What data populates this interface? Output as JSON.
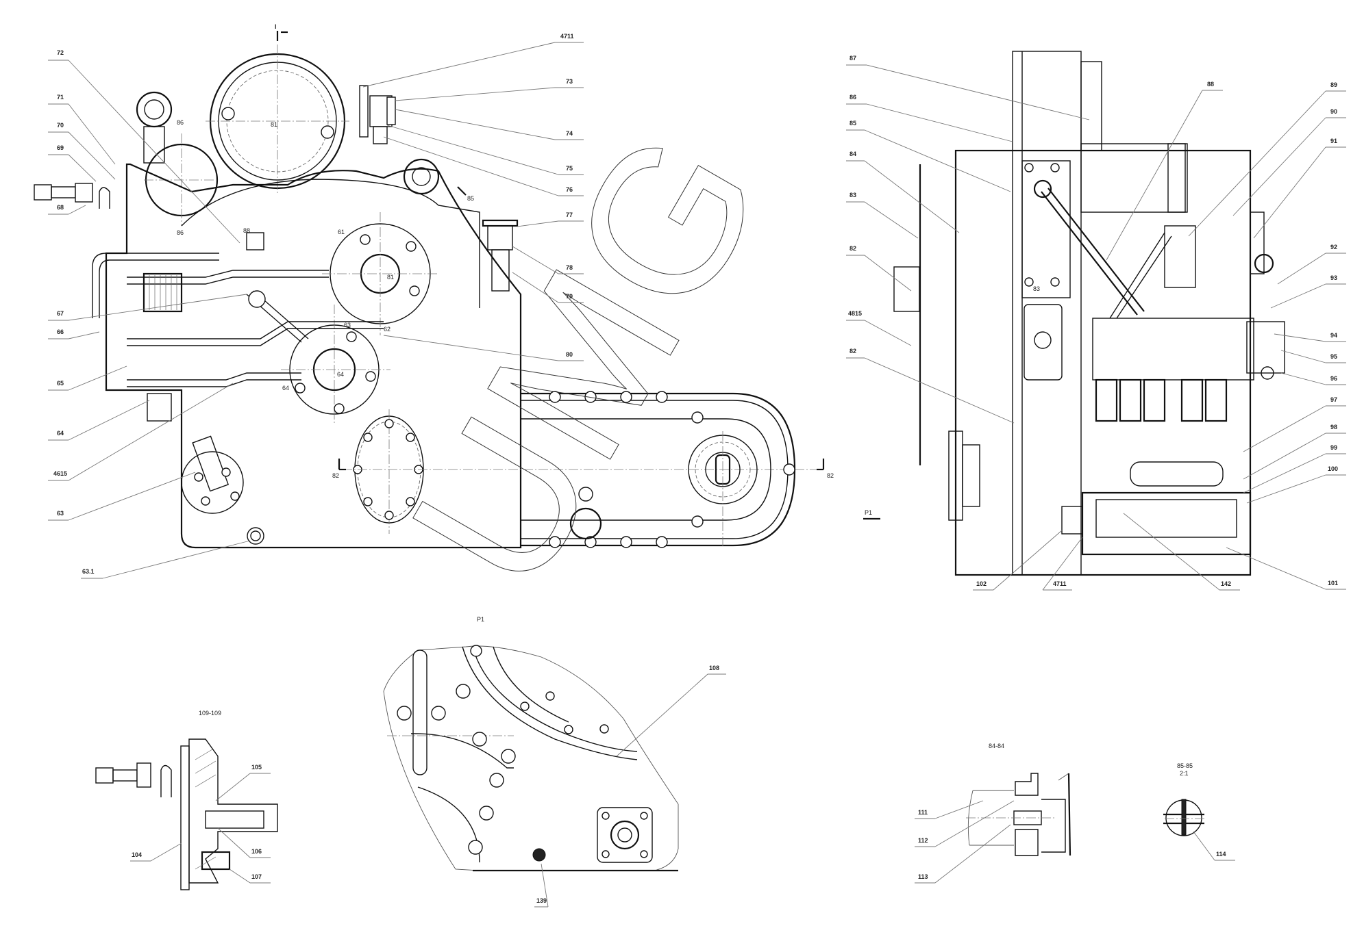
{
  "drawing": {
    "watermark": "UMG",
    "section_marks": {
      "top_arrow": "I",
      "view_p1": "P1",
      "section_82_left": "82",
      "section_82_right": "82",
      "section_86_top": "86",
      "section_86_bottom": "86",
      "section_85": "85",
      "view_p1_arrow": "P1"
    },
    "detail_titles": {
      "view_p1": "P1",
      "section_109": "109-109",
      "section_84": "84-84",
      "section_85": "85-85",
      "section_85_scale": "2:1"
    },
    "main_view_labels_left": [
      "72",
      "71",
      "70",
      "69",
      "68",
      "67",
      "66",
      "65",
      "64",
      "4615",
      "63",
      "63.1"
    ],
    "main_view_labels_right": [
      "4711",
      "73",
      "74",
      "75",
      "76",
      "77",
      "78",
      "79",
      "80"
    ],
    "main_view_inline_labels": [
      "81",
      "88",
      "61",
      "81",
      "62",
      "63",
      "64",
      "64"
    ],
    "side_view_labels_left": [
      "87",
      "86",
      "85",
      "84",
      "83",
      "82",
      "4815",
      "82"
    ],
    "side_view_labels_right": [
      "88",
      "89",
      "90",
      "91",
      "92",
      "93",
      "94",
      "95",
      "96",
      "97",
      "98",
      "99",
      "100",
      "101"
    ],
    "side_view_labels_bottom": [
      "102",
      "4711",
      "142"
    ],
    "detail_109_labels": [
      "105",
      "104",
      "106",
      "107"
    ],
    "detail_p1_labels": [
      "108",
      "139"
    ],
    "detail_84_labels": [
      "111",
      "112",
      "113"
    ],
    "detail_85_labels": [
      "114"
    ]
  }
}
